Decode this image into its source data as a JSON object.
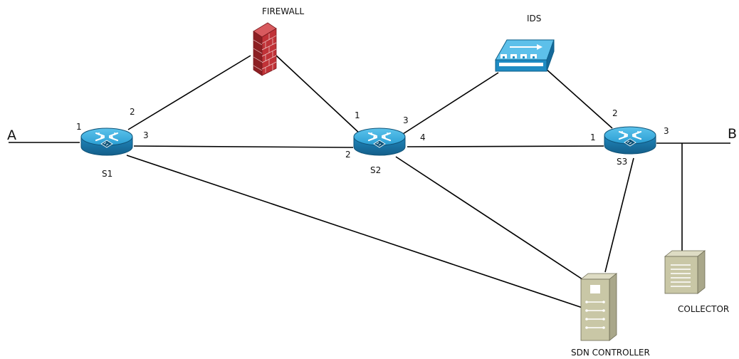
{
  "endpoints": {
    "a": "A",
    "b": "B"
  },
  "switches": {
    "s1": {
      "label": "S1",
      "ports": {
        "p1": "1",
        "p2": "2",
        "p3": "3"
      }
    },
    "s2": {
      "label": "S2",
      "ports": {
        "p1": "1",
        "p2": "2",
        "p3": "3",
        "p4": "4"
      }
    },
    "s3": {
      "label": "S3",
      "ports": {
        "p1": "1",
        "p2": "2",
        "p3": "3"
      }
    }
  },
  "devices": {
    "firewall": {
      "label": "FIREWALL"
    },
    "ids": {
      "label": "IDS"
    },
    "controller": {
      "label": "SDN CONTROLLER"
    },
    "collector": {
      "label": "COLLECTOR"
    }
  },
  "colors": {
    "router_blue": "#2a9ed3",
    "router_dark": "#1d76a6",
    "firewall_red": "#c8343a",
    "ids_blue": "#1e8bc3",
    "server_beige": "#c9c7a6"
  }
}
